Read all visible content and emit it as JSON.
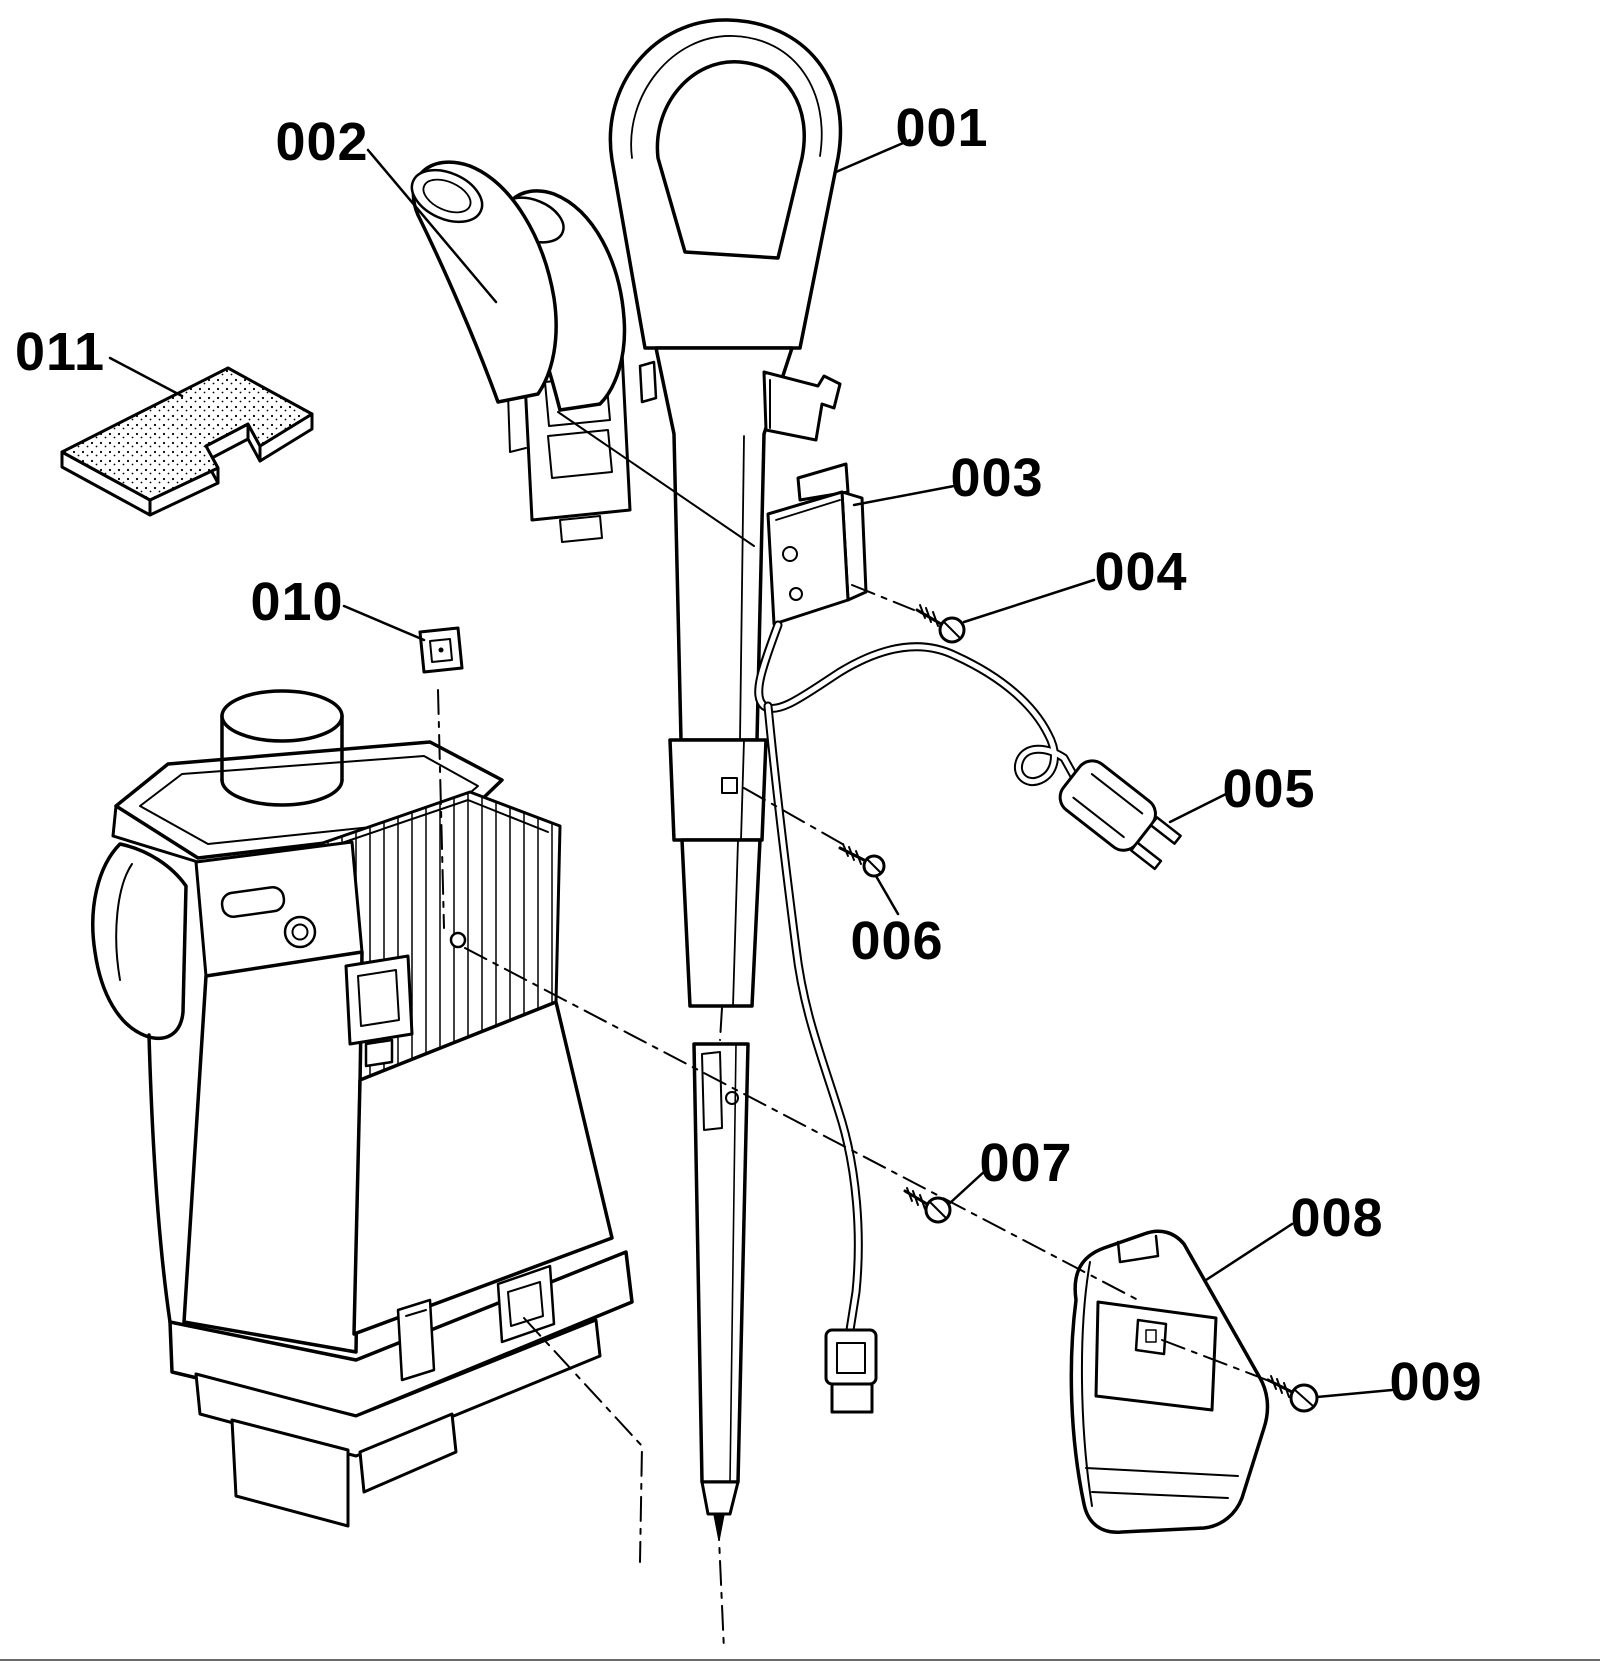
{
  "colors": {
    "line": "#000000",
    "background": "#ffffff",
    "label_text": "#000000"
  },
  "diagram": {
    "type": "exploded-parts-diagram",
    "callouts": {
      "c001": {
        "label": "001"
      },
      "c002": {
        "label": "002"
      },
      "c003": {
        "label": "003"
      },
      "c004": {
        "label": "004"
      },
      "c005": {
        "label": "005"
      },
      "c006": {
        "label": "006"
      },
      "c007": {
        "label": "007"
      },
      "c008": {
        "label": "008"
      },
      "c009": {
        "label": "009"
      },
      "c010": {
        "label": "010"
      },
      "c011": {
        "label": "011"
      }
    }
  }
}
